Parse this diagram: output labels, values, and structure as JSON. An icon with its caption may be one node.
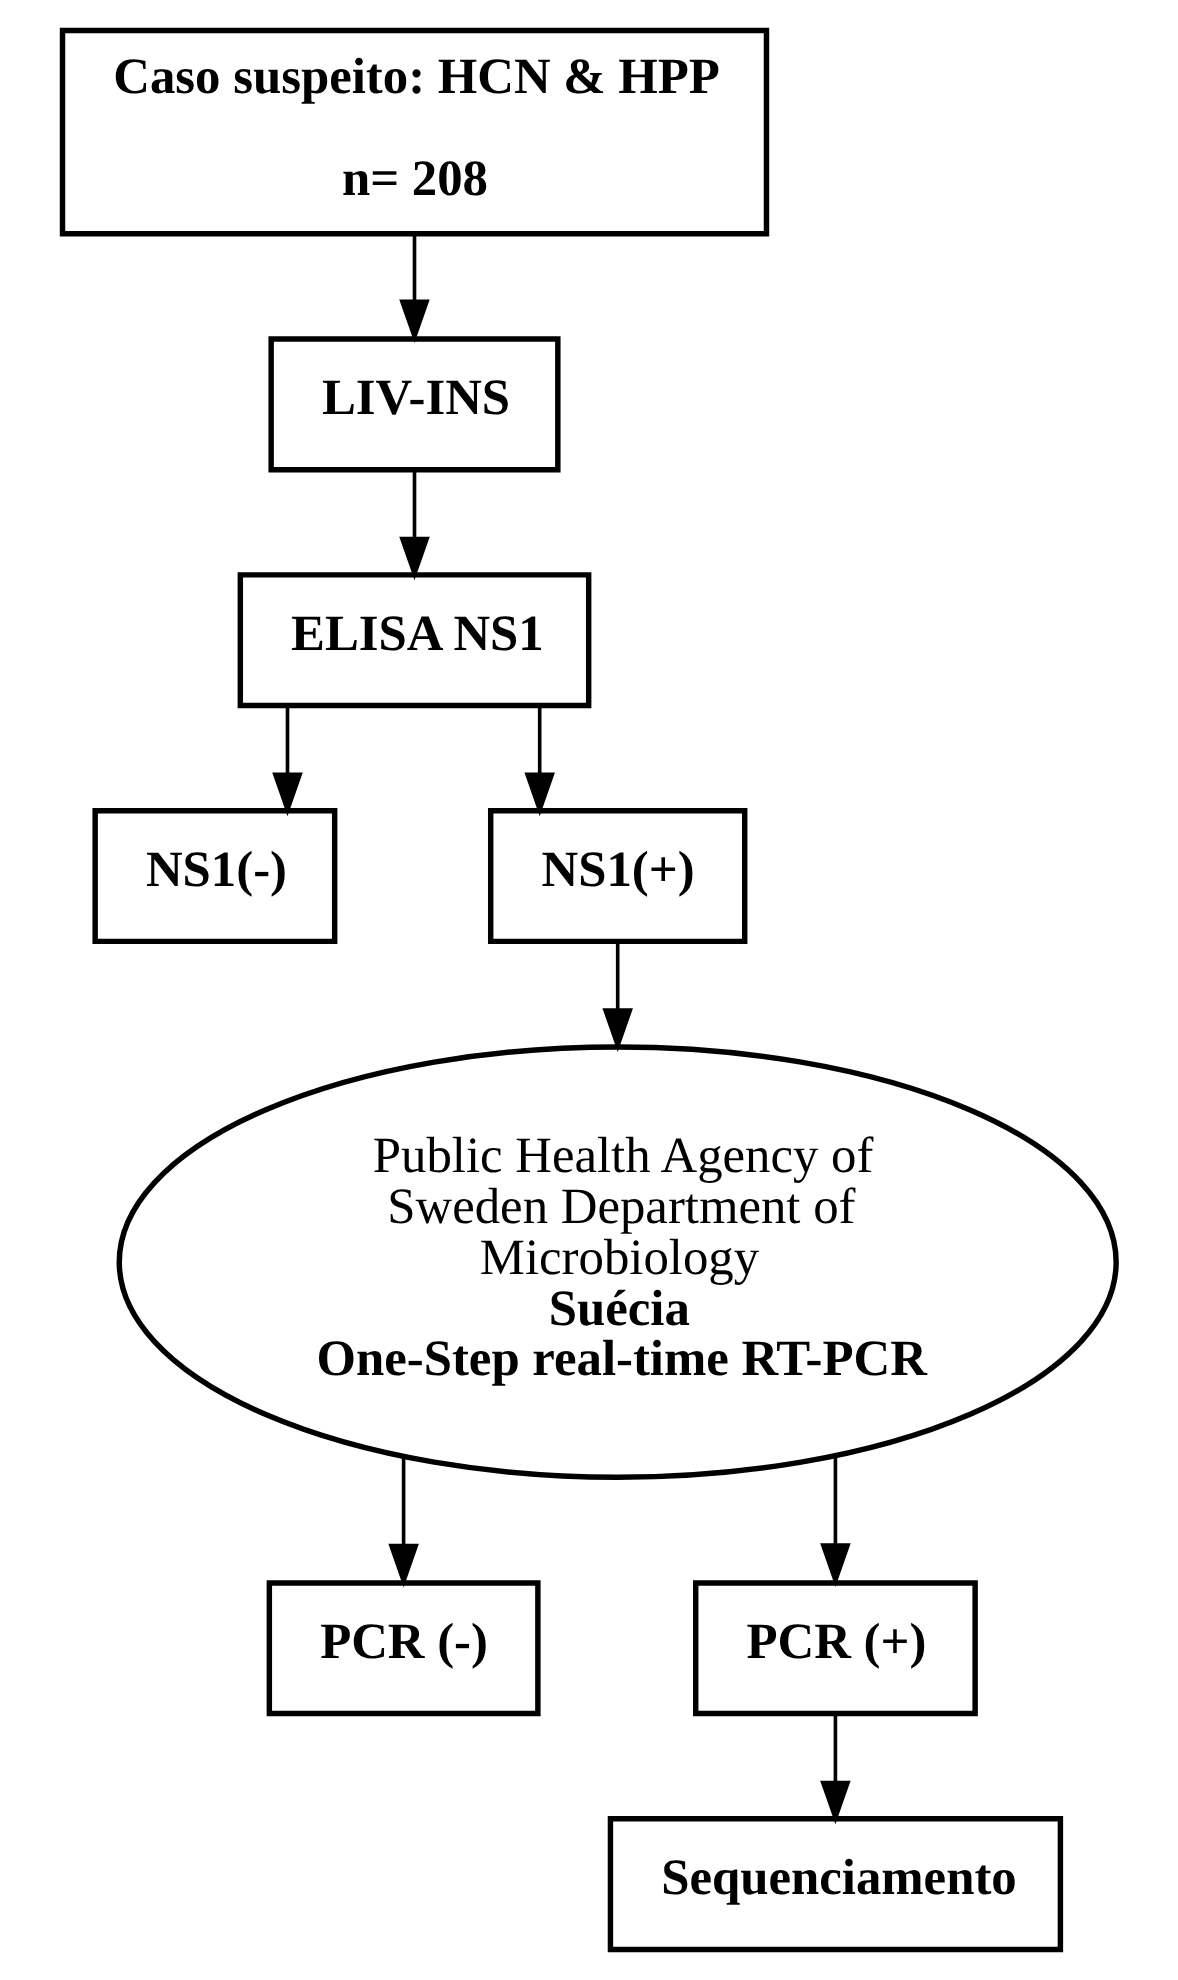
{
  "diagram": {
    "nodes": [
      {
        "text": [
          "Caso suspeito: HCN & HPP",
          "n= 208"
        ]
      },
      {
        "text": [
          "LIV-INS"
        ]
      },
      {
        "text": [
          "ELISA NS1"
        ]
      },
      {
        "text": [
          "NS1(-)"
        ]
      },
      {
        "text": [
          "NS1(+)"
        ]
      },
      {
        "text": [
          "Public Health Agency of Sweden Department of Microbiology",
          "Suécia",
          "One-Step real-time RT-PCR"
        ]
      },
      {
        "text": [
          "PCR (-)"
        ]
      },
      {
        "text": [
          "PCR (+)"
        ]
      },
      {
        "text": [
          "Sequenciamento"
        ]
      }
    ],
    "edges": [
      {
        "from": 0,
        "to": 1,
        "arrow": "to"
      },
      {
        "from": 1,
        "to": 2,
        "arrow": "to"
      },
      {
        "from": 2,
        "to": 3,
        "arrow": "to"
      },
      {
        "from": 2,
        "to": 4,
        "arrow": "to"
      },
      {
        "from": 4,
        "to": 5,
        "arrow": "to"
      },
      {
        "from": 5,
        "to": 6,
        "arrow": "to"
      },
      {
        "from": 5,
        "to": 7,
        "arrow": "to"
      },
      {
        "from": 7,
        "to": 8,
        "arrow": "to"
      }
    ]
  }
}
